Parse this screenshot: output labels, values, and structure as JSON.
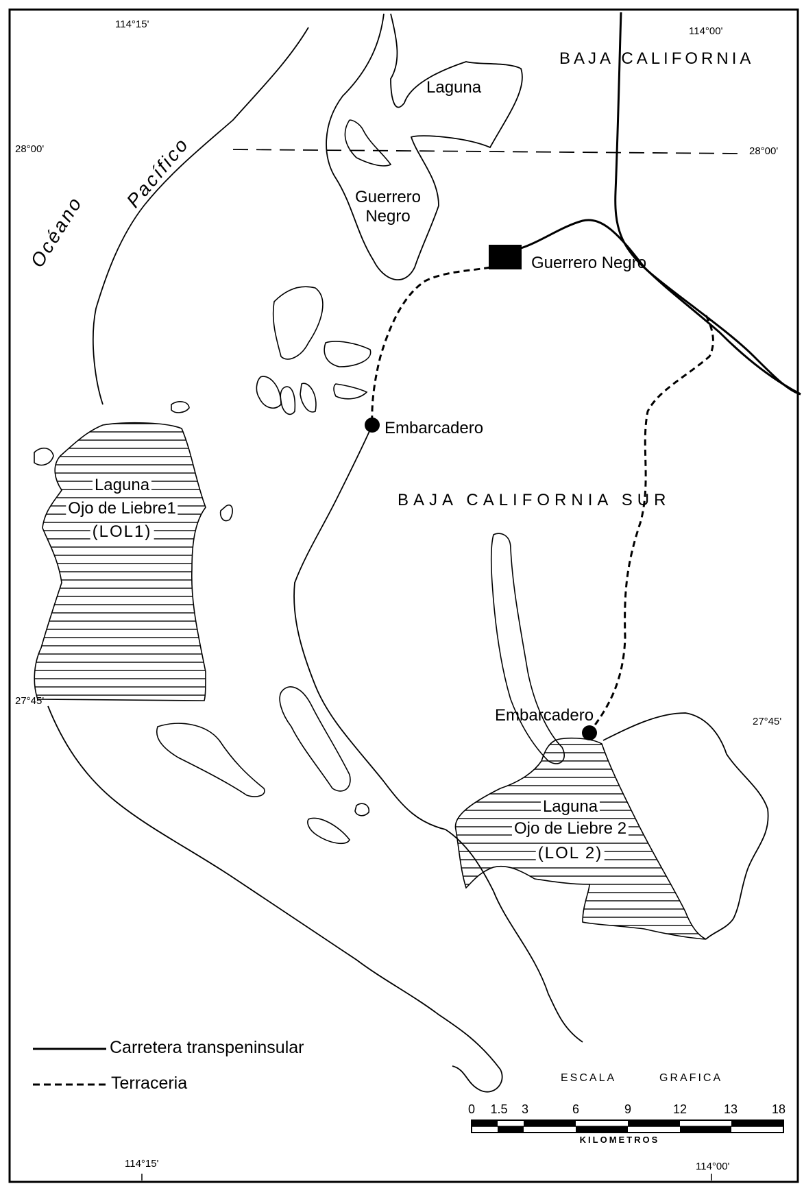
{
  "coordinates": {
    "lon_west_top": "114°15'",
    "lon_east_top": "114°00'",
    "lat_north_left": "28°00'",
    "lat_north_right": "28°00'",
    "lat_south_left": "27°45'",
    "lat_south_right": "27°45'",
    "lon_west_bottom": "114°15'",
    "lon_east_bottom": "114°00'"
  },
  "regions": {
    "north": "BAJA CALIFORNIA",
    "south": "BAJA CALIFORNIA SUR"
  },
  "ocean": {
    "word1": "Océano",
    "word2": "Pacífico"
  },
  "places": {
    "laguna_north": "Laguna",
    "guerrero_negro_lagoon_line1": "Guerrero",
    "guerrero_negro_lagoon_line2": "Negro",
    "guerrero_negro_town": "Guerrero Negro",
    "embarcadero_1": "Embarcadero",
    "embarcadero_2": "Embarcadero",
    "lol1_line1": "Laguna",
    "lol1_line2": "Ojo de Liebre1",
    "lol1_line3": "(LOL1)",
    "lol2_line1": "Laguna",
    "lol2_line2": "Ojo de Liebre 2",
    "lol2_line3": "(LOL 2)"
  },
  "legend": {
    "highway": "Carretera transpeninsular",
    "dirt_road": "Terraceria"
  },
  "scale_bar": {
    "title_part1": "ESCALA",
    "title_part2": "GRAFICA",
    "unit": "KILOMETROS",
    "ticks": [
      "0",
      "1.5",
      "3",
      "6",
      "9",
      "12",
      "13",
      "18"
    ]
  }
}
